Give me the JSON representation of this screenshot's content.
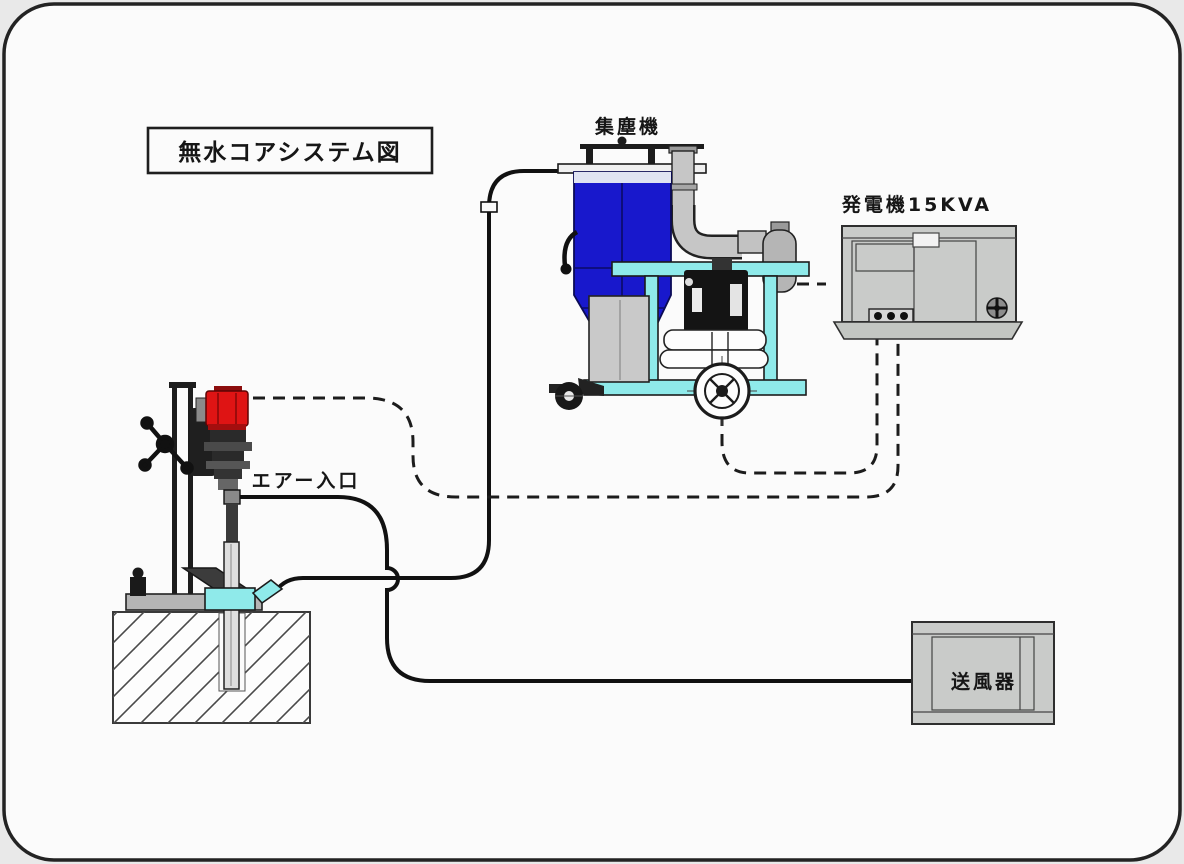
{
  "frame": {
    "title": "無水コアシステム図"
  },
  "labels": {
    "dust_collector": "集塵機",
    "generator": "発電機15KVA",
    "air_inlet": "エアー入口",
    "blower": "送風器"
  },
  "colors": {
    "page_bg": "#e9e9e9",
    "canvas_bg": "#fbfbfb",
    "line_black": "#111111",
    "hopper_blue": "#1818cc",
    "beacon_red": "#df1414",
    "frame_cyan": "#8feaea",
    "machine_gray": "#c9cbc9",
    "dark_gray": "#2a2a2a"
  },
  "connections": [
    {
      "style": "solid",
      "from": "blower",
      "to": "core-drill-air-inlet"
    },
    {
      "style": "solid",
      "from": "core-drill-shroud",
      "to": "dust-collector"
    },
    {
      "style": "dashed",
      "from": "generator-outlet",
      "to": "core-drill"
    },
    {
      "style": "dashed",
      "from": "generator-outlet",
      "to": "dust-collector"
    }
  ]
}
